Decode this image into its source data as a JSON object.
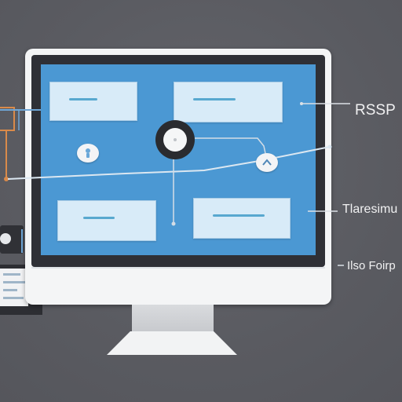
{
  "labels": {
    "top": "RSSP",
    "middle": "Tlaresimu",
    "bottom": "Ilso Foirp"
  },
  "icons": {
    "hub": "record-icon",
    "left_node": "person-icon",
    "right_node": "chevron-up-icon",
    "left_device": "person-icon"
  },
  "colors": {
    "background": "#5c5d63",
    "screen": "#4b98d3",
    "card": "#d8ebf8",
    "card_line": "#58a8cf",
    "connector_light": "#dbe7f1",
    "connector_orange": "#d98a4a",
    "connector_blue": "#6fa6d6"
  }
}
